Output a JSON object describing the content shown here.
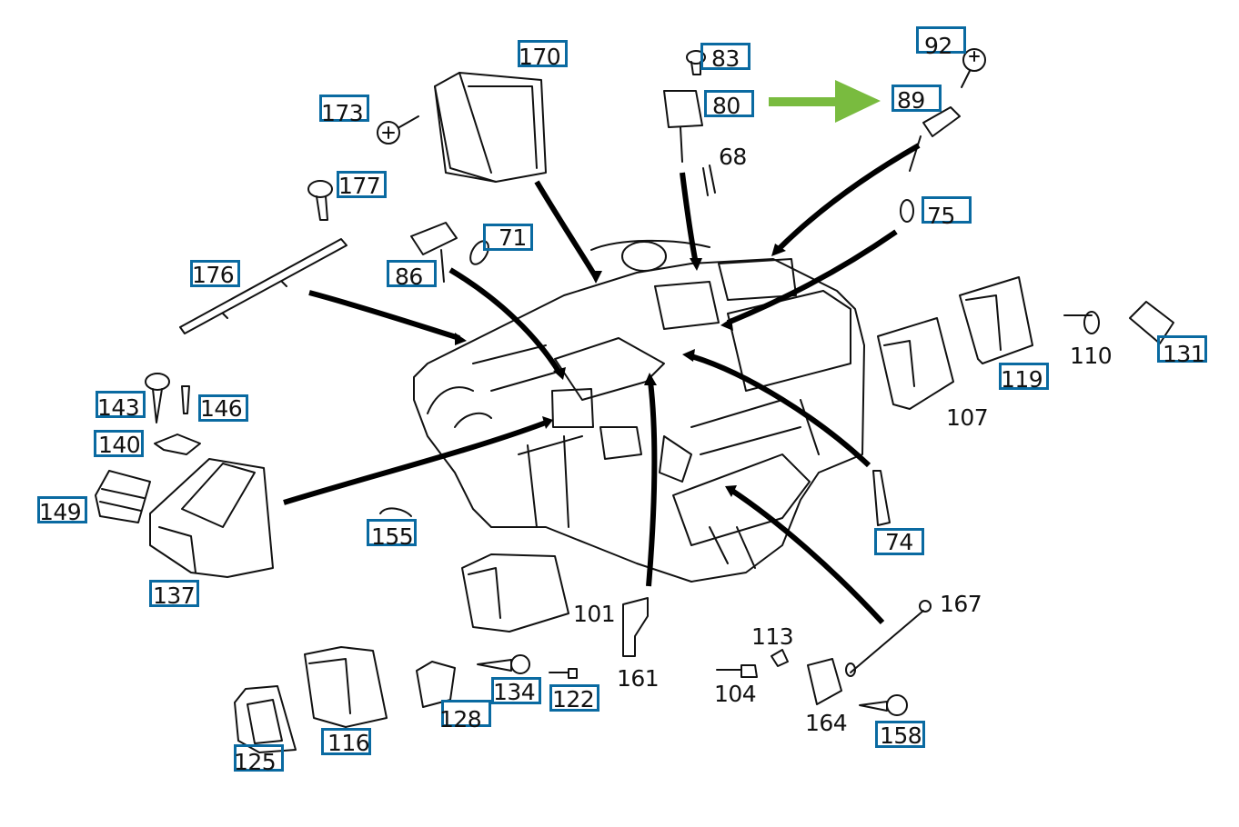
{
  "diagram": {
    "title": "Heater / A-C housing exploded parts diagram",
    "highlight_color": "#0a6aa1",
    "arrow_color": "#79bb3f",
    "callouts": [
      {
        "id": "p170",
        "number": "170",
        "boxed": true
      },
      {
        "id": "p173",
        "number": "173",
        "boxed": true
      },
      {
        "id": "p177",
        "number": "177",
        "boxed": true
      },
      {
        "id": "p176",
        "number": "176",
        "boxed": true
      },
      {
        "id": "p86",
        "number": "86",
        "boxed": true
      },
      {
        "id": "p71",
        "number": "71",
        "boxed": true
      },
      {
        "id": "p83",
        "number": "83",
        "boxed": true
      },
      {
        "id": "p80",
        "number": "80",
        "boxed": true
      },
      {
        "id": "p68",
        "number": "68",
        "boxed": false
      },
      {
        "id": "p92",
        "number": "92",
        "boxed": true
      },
      {
        "id": "p89",
        "number": "89",
        "boxed": true
      },
      {
        "id": "p75",
        "number": "75",
        "boxed": true
      },
      {
        "id": "p119",
        "number": "119",
        "boxed": true
      },
      {
        "id": "p110",
        "number": "110",
        "boxed": false
      },
      {
        "id": "p131",
        "number": "131",
        "boxed": true
      },
      {
        "id": "p107",
        "number": "107",
        "boxed": false
      },
      {
        "id": "p143",
        "number": "143",
        "boxed": true
      },
      {
        "id": "p146",
        "number": "146",
        "boxed": true
      },
      {
        "id": "p140",
        "number": "140",
        "boxed": true
      },
      {
        "id": "p149",
        "number": "149",
        "boxed": true
      },
      {
        "id": "p137",
        "number": "137",
        "boxed": true
      },
      {
        "id": "p155",
        "number": "155",
        "boxed": true
      },
      {
        "id": "p74",
        "number": "74",
        "boxed": true
      },
      {
        "id": "p101",
        "number": "101",
        "boxed": false
      },
      {
        "id": "p161",
        "number": "161",
        "boxed": false
      },
      {
        "id": "p113",
        "number": "113",
        "boxed": false
      },
      {
        "id": "p167",
        "number": "167",
        "boxed": false
      },
      {
        "id": "p104",
        "number": "104",
        "boxed": false
      },
      {
        "id": "p164",
        "number": "164",
        "boxed": false
      },
      {
        "id": "p158",
        "number": "158",
        "boxed": true
      },
      {
        "id": "p134",
        "number": "134",
        "boxed": true
      },
      {
        "id": "p122",
        "number": "122",
        "boxed": true
      },
      {
        "id": "p128",
        "number": "128",
        "boxed": true
      },
      {
        "id": "p116",
        "number": "116",
        "boxed": true
      },
      {
        "id": "p125",
        "number": "125",
        "boxed": true
      }
    ],
    "pointer": {
      "from_part": "80",
      "to_part": "89",
      "icon": "green-right-arrow"
    }
  }
}
